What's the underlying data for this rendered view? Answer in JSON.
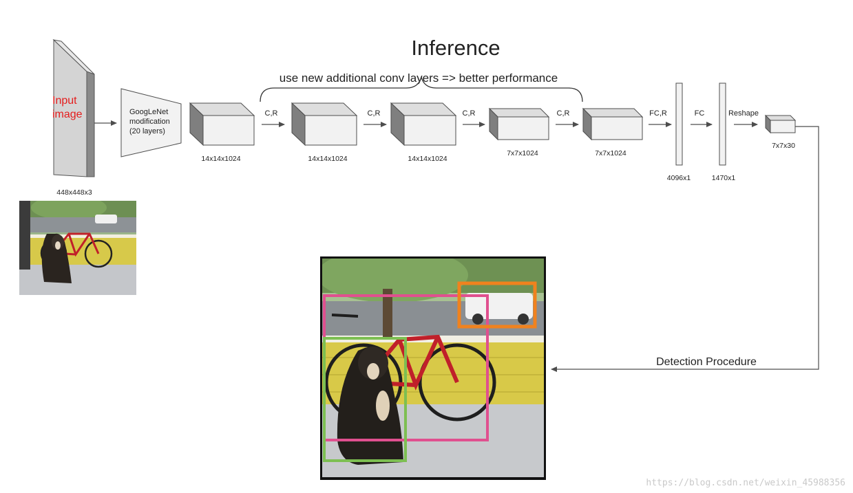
{
  "title": "Inference",
  "subtitle": "use new additional conv layers => better performance",
  "input": {
    "label_line1": "Input",
    "label_line2": "image",
    "dims": "448x448x3"
  },
  "googlenet": {
    "line1": "GoogLeNet",
    "line2": "modification",
    "line3": "(20 layers)"
  },
  "blocks": [
    {
      "dims": "14x14x1024"
    },
    {
      "dims": "14x14x1024"
    },
    {
      "dims": "14x14x1024"
    },
    {
      "dims": "7x7x1024"
    },
    {
      "dims": "7x7x1024"
    }
  ],
  "operations": [
    "C,R",
    "C,R",
    "C,R",
    "C,R",
    "FC,R",
    "FC",
    "Reshape"
  ],
  "fc_layers": [
    {
      "dims": "4096x1"
    },
    {
      "dims": "1470x1"
    }
  ],
  "output": {
    "dims": "7x7x30"
  },
  "detection_label": "Detection Procedure",
  "watermark": "https://blog.csdn.net/weixin_45988356",
  "colors": {
    "cube_front": "#f2f2f2",
    "cube_side": "#7f7f7f",
    "cube_top": "#d9d9d9",
    "stroke": "#4d4d4d",
    "input_label": "#e51c1c",
    "box_dog": "#7dbf52",
    "box_bicycle": "#e0508f",
    "box_car": "#f0821e"
  },
  "icons": {
    "input_photo": "dog-bicycle-photo-icon",
    "detection_photo": "detection-result-photo-icon"
  }
}
